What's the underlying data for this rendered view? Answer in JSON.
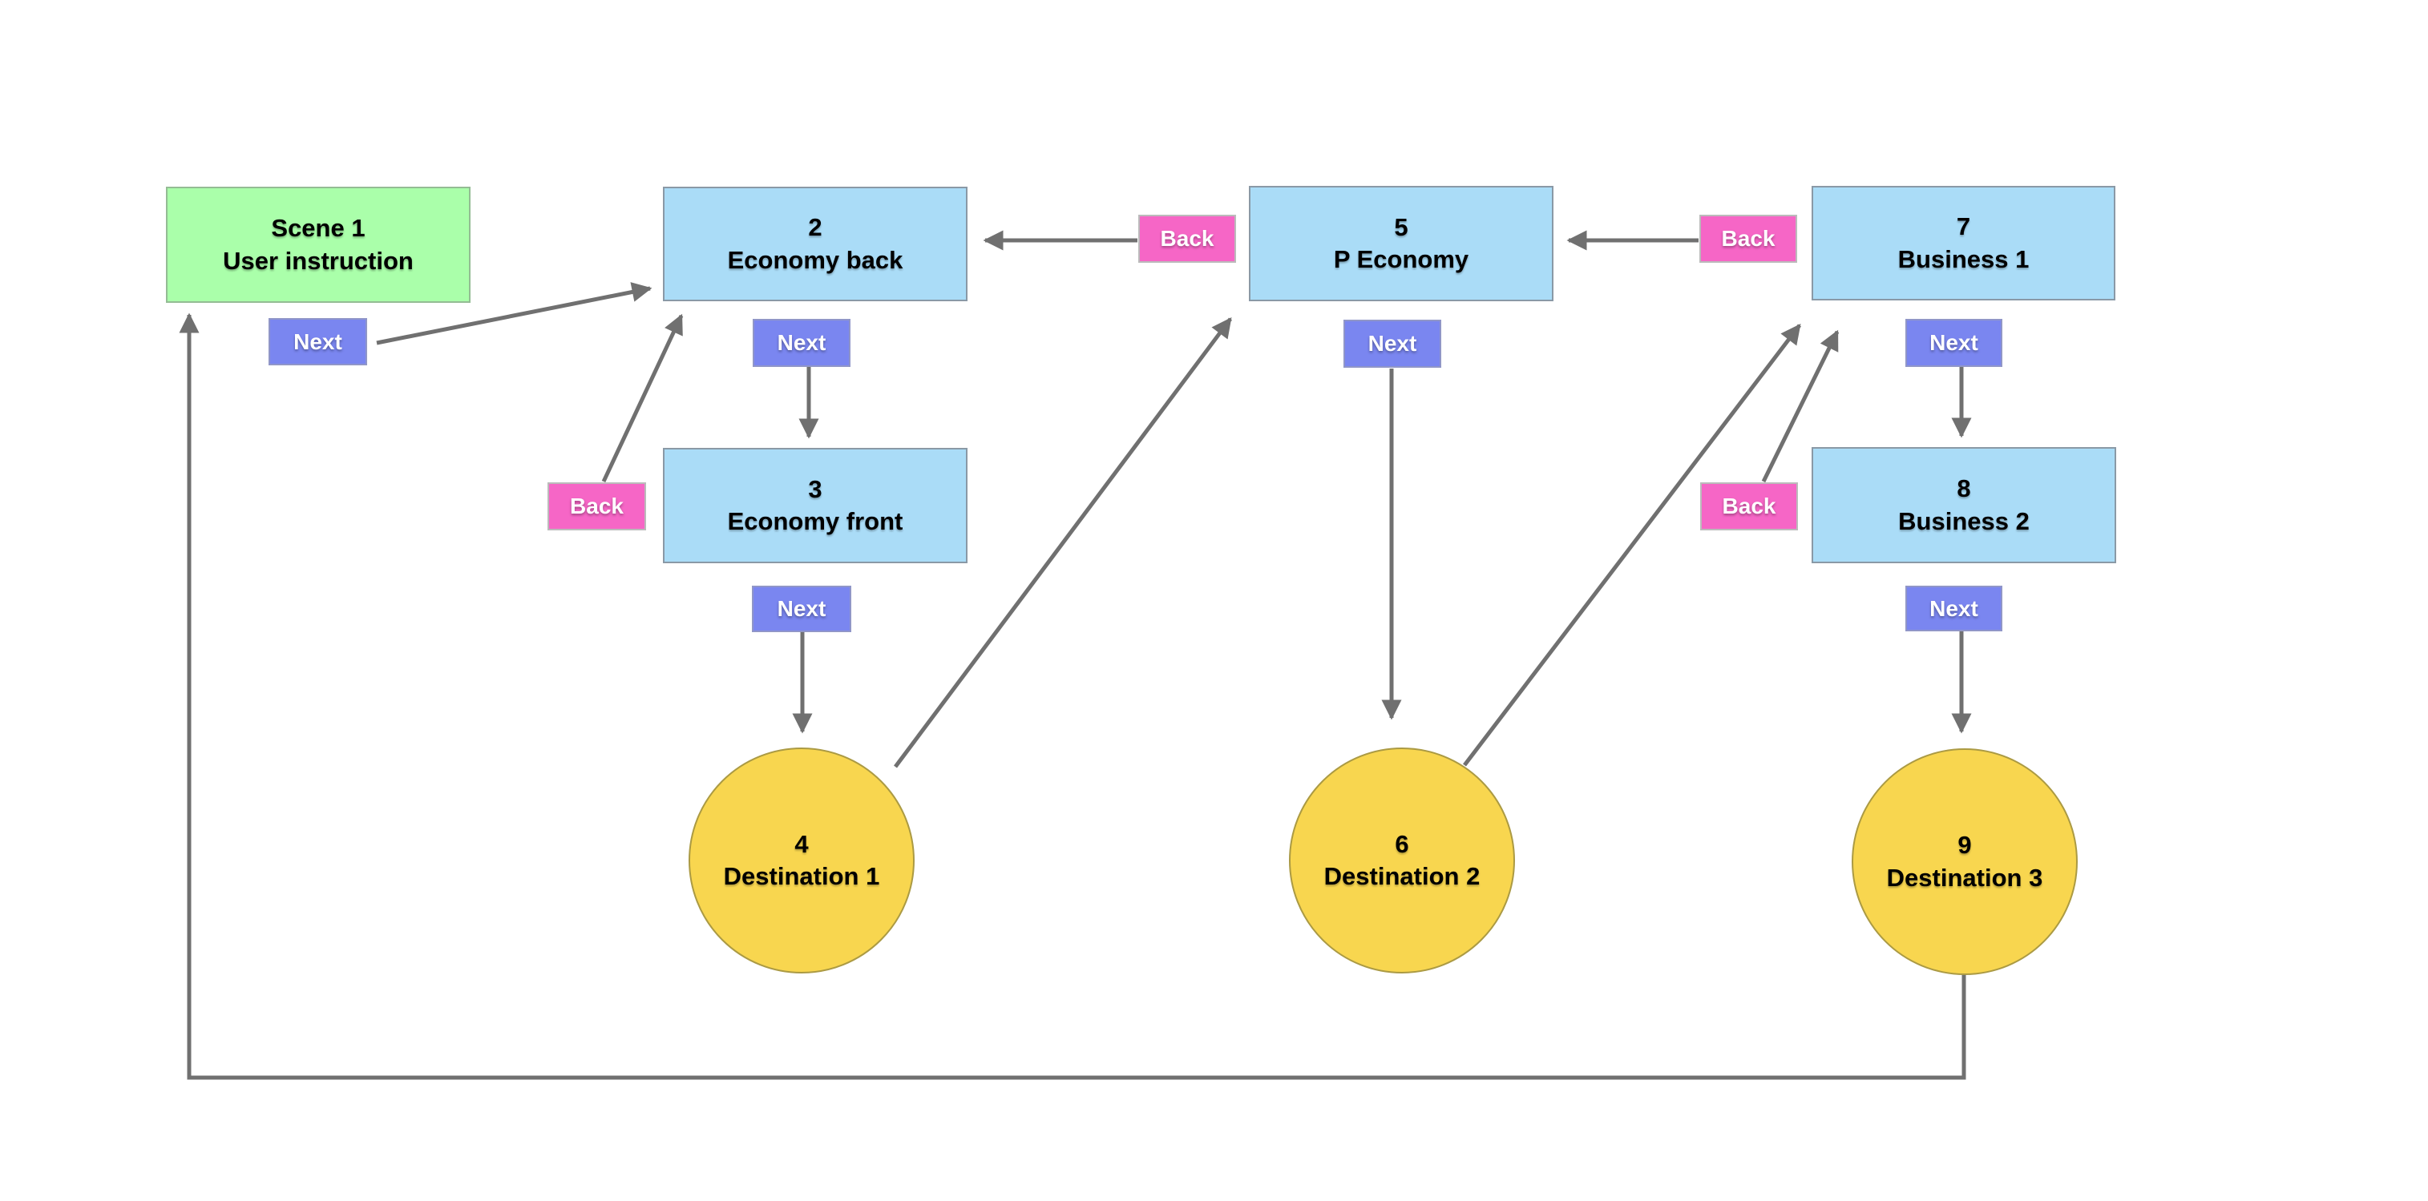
{
  "diagram": {
    "nodes": [
      {
        "id": "1-scene-1",
        "line1": "Scene 1",
        "line2": "User instruction",
        "shape": "rectangle",
        "kind": "scene"
      },
      {
        "id": "2-economy-back",
        "line1": "2",
        "line2": "Economy back",
        "shape": "rectangle",
        "kind": "screen"
      },
      {
        "id": "3-economy-front",
        "line1": "3",
        "line2": "Economy front",
        "shape": "rectangle",
        "kind": "screen"
      },
      {
        "id": "4-destination-1",
        "line1": "4",
        "line2": "Destination 1",
        "shape": "circle",
        "kind": "destination"
      },
      {
        "id": "5-p-economy",
        "line1": "5",
        "line2": "P Economy",
        "shape": "rectangle",
        "kind": "screen"
      },
      {
        "id": "6-destination-2",
        "line1": "6",
        "line2": "Destination 2",
        "shape": "circle",
        "kind": "destination"
      },
      {
        "id": "7-business-1",
        "line1": "7",
        "line2": "Business 1",
        "shape": "rectangle",
        "kind": "screen"
      },
      {
        "id": "8-business-2",
        "line1": "8",
        "line2": "Business 2",
        "shape": "rectangle",
        "kind": "screen"
      },
      {
        "id": "9-destination-3",
        "line1": "9",
        "line2": "Destination 3",
        "shape": "circle",
        "kind": "destination"
      }
    ],
    "buttons": [
      {
        "id": "next-scene-1",
        "label": "Next"
      },
      {
        "id": "next-economy-back",
        "label": "Next"
      },
      {
        "id": "back-p-economy",
        "label": "Back"
      },
      {
        "id": "back-economy-front",
        "label": "Back"
      },
      {
        "id": "next-economy-front",
        "label": "Next"
      },
      {
        "id": "next-p-economy",
        "label": "Next"
      },
      {
        "id": "back-business-1",
        "label": "Back"
      },
      {
        "id": "next-business-1",
        "label": "Next"
      },
      {
        "id": "back-business-2",
        "label": "Back"
      },
      {
        "id": "next-business-2",
        "label": "Next"
      }
    ],
    "edges": [
      {
        "from": "next-scene-1",
        "to": "2-economy-back"
      },
      {
        "from": "back-economy-front",
        "to": "2-economy-back"
      },
      {
        "from": "back-p-economy",
        "to": "2-economy-back"
      },
      {
        "from": "next-economy-back",
        "to": "3-economy-front"
      },
      {
        "from": "next-economy-front",
        "to": "4-destination-1"
      },
      {
        "from": "4-destination-1",
        "to": "5-p-economy"
      },
      {
        "from": "next-p-economy",
        "to": "6-destination-2"
      },
      {
        "from": "6-destination-2",
        "to": "7-business-1"
      },
      {
        "from": "back-business-1",
        "to": "5-p-economy"
      },
      {
        "from": "back-business-2",
        "to": "7-business-1"
      },
      {
        "from": "next-business-1",
        "to": "8-business-2"
      },
      {
        "from": "next-business-2",
        "to": "9-destination-3"
      },
      {
        "from": "9-destination-3",
        "to": "1-scene-1"
      }
    ],
    "colors": {
      "scene_fill": "#aaffaa",
      "scene_border": "#94bc94",
      "screen_fill": "#aadcf7",
      "screen_border": "#8a99a6",
      "destination_fill": "#f8d64f",
      "destination_border": "#ab9a43",
      "next_fill": "#7a86f0",
      "next_border": "#9096c8",
      "back_fill": "#f666c6",
      "back_border": "#bbbbbb",
      "connector": "#707070",
      "canvas_background": "#ffffff",
      "text": "#000000",
      "button_text": "#ffffff"
    }
  }
}
